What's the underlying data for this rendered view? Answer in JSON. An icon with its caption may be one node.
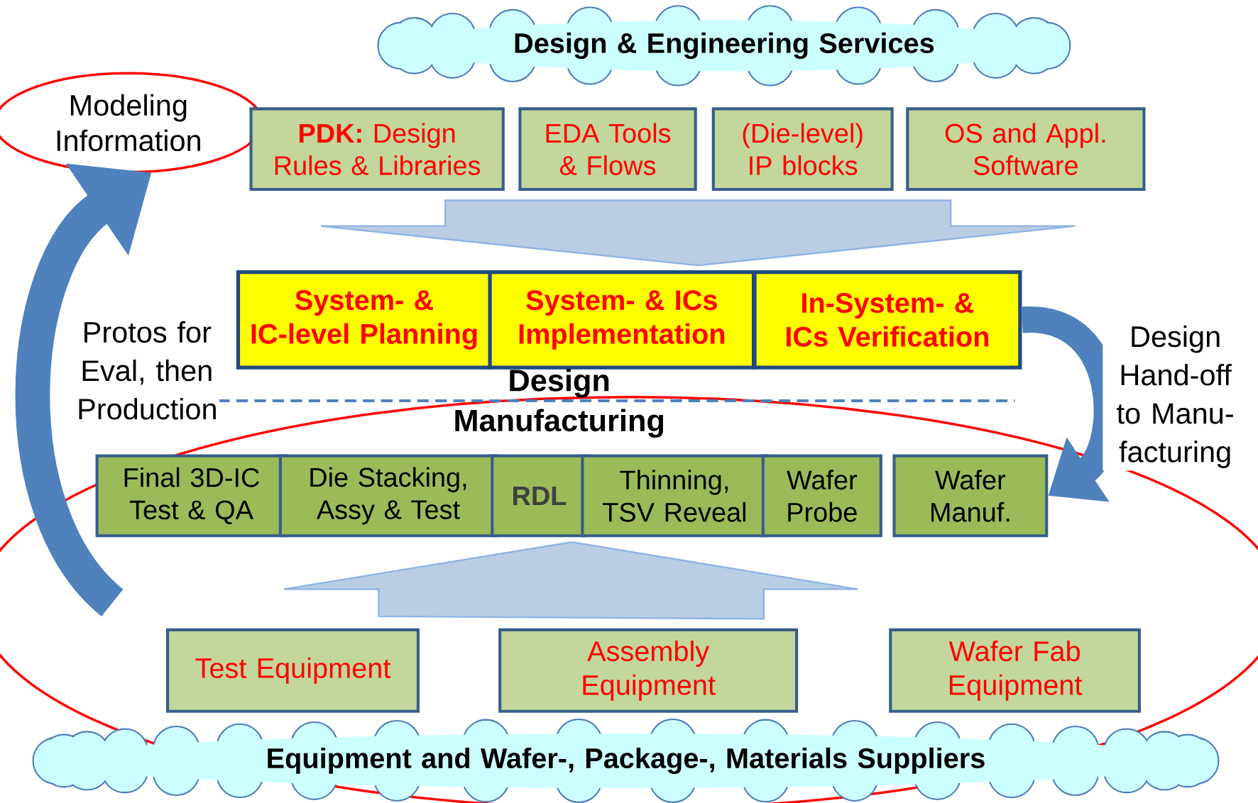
{
  "diagram": {
    "nodes": [
      {
        "text": [
          "Design & Engineering Services"
        ]
      },
      {
        "text": [
          "Modeling Information"
        ]
      },
      {
        "text": [
          "**PDK:** Design Rules & Libraries"
        ]
      },
      {
        "text": [
          "EDA Tools & Flows"
        ]
      },
      {
        "text": [
          "(Die-level) IP blocks"
        ]
      },
      {
        "text": [
          "OS and Appl. Software"
        ]
      },
      {
        "text": [
          "System- & IC-level Planning"
        ]
      },
      {
        "text": [
          "System- & ICs Implementation"
        ]
      },
      {
        "text": [
          "In-System- & ICs Verification"
        ]
      },
      {
        "text": [
          "Final 3D-IC Test & QA"
        ]
      },
      {
        "text": [
          "Die Stacking, Assy & Test"
        ]
      },
      {
        "text": [
          "RDL"
        ]
      },
      {
        "text": [
          "Thinning, TSV Reveal"
        ]
      },
      {
        "text": [
          "Wafer Probe"
        ]
      },
      {
        "text": [
          "Wafer Manuf."
        ]
      },
      {
        "text": [
          "Test Equipment"
        ]
      },
      {
        "text": [
          "Assembly Equipment"
        ]
      },
      {
        "text": [
          "Wafer Fab Equipment"
        ]
      },
      {
        "text": [
          "Equipment and Wafer-, Package-, Materials Suppliers"
        ]
      }
    ],
    "edges": [
      {
        "from": null,
        "to": 7,
        "arrow": "to",
        "color": "#b9cde5"
      },
      {
        "from": 16,
        "to": 11,
        "arrow": "to",
        "color": "#b9cde5"
      },
      {
        "from": null,
        "to": 1,
        "arrow": "to",
        "color": "#4f81bd",
        "label": "Protos for Eval, then Production"
      },
      {
        "from": 8,
        "to": 14,
        "arrow": "to",
        "color": "#4f81bd",
        "label": "Design Hand-off to Manu-facturing"
      }
    ],
    "labels": [
      "Design",
      "Manufacturing"
    ]
  }
}
